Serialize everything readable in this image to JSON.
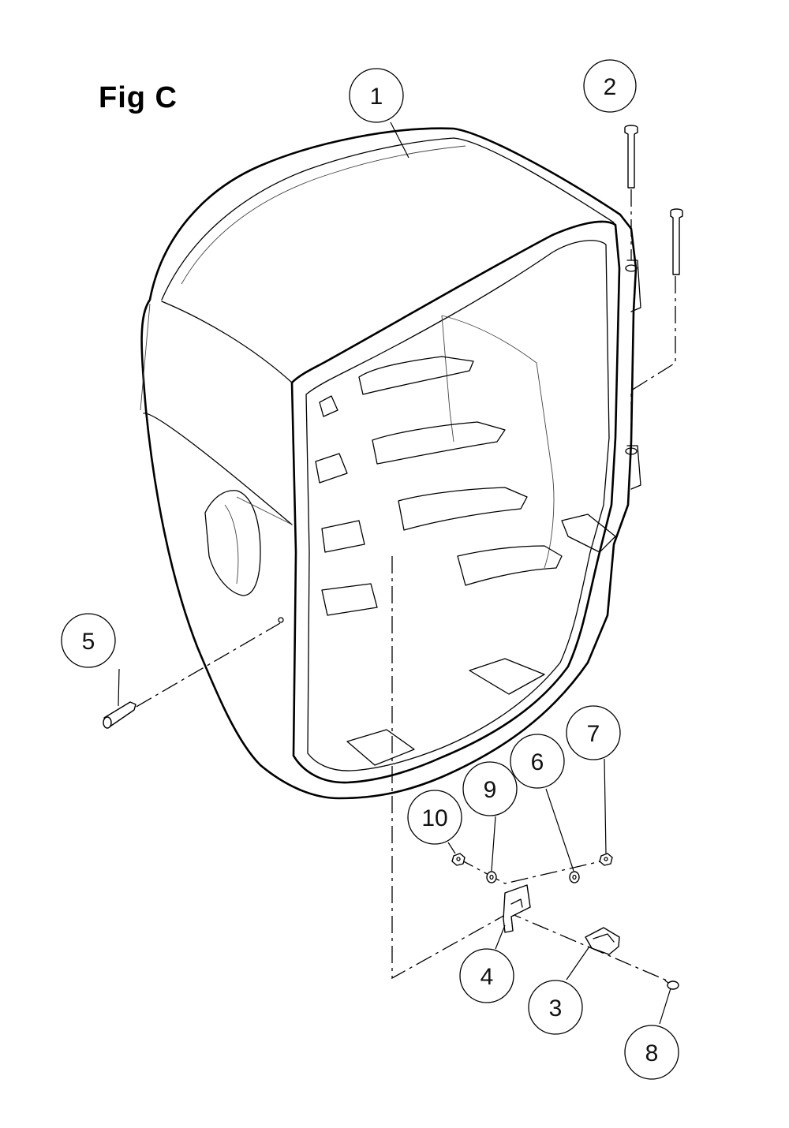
{
  "figure": {
    "title": "Fig C"
  },
  "callouts": [
    {
      "number": "1"
    },
    {
      "number": "2"
    },
    {
      "number": "3"
    },
    {
      "number": "4"
    },
    {
      "number": "5"
    },
    {
      "number": "6"
    },
    {
      "number": "7"
    },
    {
      "number": "8"
    },
    {
      "number": "9"
    },
    {
      "number": "10"
    }
  ]
}
